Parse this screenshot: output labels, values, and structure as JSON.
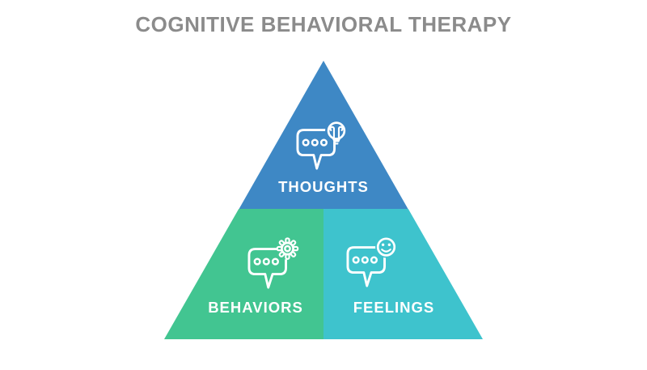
{
  "title": "COGNITIVE BEHAVIORAL THERAPY",
  "colors": {
    "background": "#FFFFFF",
    "title_gray": "#8B8B8B",
    "thoughts_blue": "#3E88C5",
    "behaviors_green": "#42C591",
    "feelings_teal": "#3EC3CD",
    "icon_white": "#FFFFFF"
  },
  "pyramid": {
    "shape": "triangle split into 3 sections",
    "sections": [
      {
        "label": "THOUGHTS",
        "position": "top",
        "icon": "speech-bubble-lightbulb-icon",
        "color": "#3E88C5"
      },
      {
        "label": "BEHAVIORS",
        "position": "bottom-left",
        "icon": "speech-bubble-gear-icon",
        "color": "#42C591"
      },
      {
        "label": "FEELINGS",
        "position": "bottom-right",
        "icon": "speech-bubble-smiley-icon",
        "color": "#3EC3CD"
      }
    ]
  }
}
